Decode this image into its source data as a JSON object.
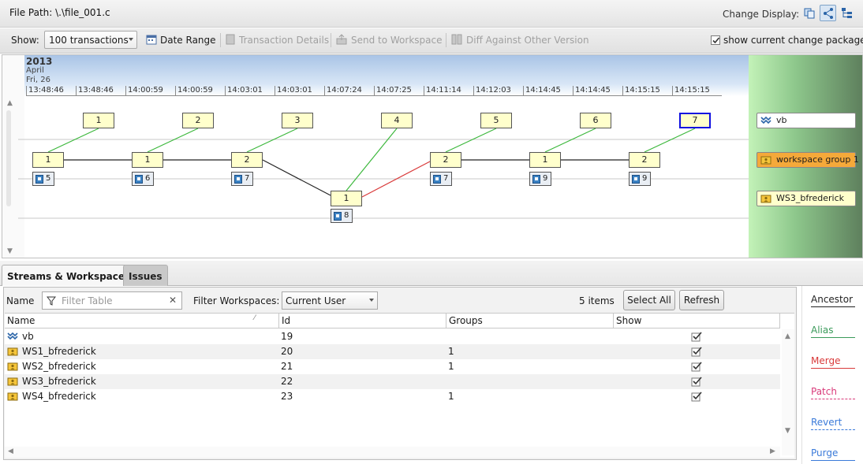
{
  "header": {
    "file_path": "File Path: \\.\\file_001.c",
    "change_display_label": "Change Display:",
    "display_modes": [
      "copy-icon",
      "graph-icon",
      "tree-icon"
    ]
  },
  "toolbar": {
    "show_label": "Show:",
    "show_value": "100 transactions",
    "date_range": "Date Range",
    "transaction_details": "Transaction Details",
    "send_to_workspace": "Send to Workspace",
    "diff_against": "Diff Against Other Version",
    "show_change_package": "show current change package",
    "show_change_package_checked": true
  },
  "timeline": {
    "year": "2013",
    "month": "April",
    "day": "Fri, 26",
    "ticks": [
      "13:48:46",
      "13:48:46",
      "14:00:59",
      "14:00:59",
      "14:03:01",
      "14:03:01",
      "14:07:24",
      "14:07:25",
      "14:11:14",
      "14:12:03",
      "14:14:45",
      "14:14:45",
      "14:15:15",
      "14:15:15"
    ]
  },
  "graph": {
    "top_boxes": [
      "1",
      "2",
      "3",
      "4",
      "5",
      "6",
      "7"
    ],
    "mid_boxes": [
      "1",
      "1",
      "2",
      "2",
      "1",
      "2"
    ],
    "low_box": "1",
    "tx_numbers": [
      "5",
      "6",
      "7",
      "7",
      "9",
      "9"
    ],
    "low_tx": "8",
    "streams": [
      {
        "label": "vb",
        "icon": "stream-icon",
        "color": "#ffffff"
      },
      {
        "label": "workspace group 1",
        "icon": "workspace-icon",
        "color": "#f5a93a"
      },
      {
        "label": "WS3_bfrederick",
        "icon": "workspace-icon",
        "color": "#ffffcc"
      }
    ],
    "line_colors": {
      "alias": "#3cb83c",
      "merge": "#d93a3a",
      "ancestor": "#222222"
    }
  },
  "tabs": [
    {
      "label": "Streams & Workspaces",
      "active": true
    },
    {
      "label": "Issues",
      "active": false
    }
  ],
  "filters": {
    "name_label": "Name",
    "filter_placeholder": "Filter Table",
    "ws_label": "Filter Workspaces:",
    "ws_value": "Current User",
    "count": "5 items",
    "select_all": "Select All",
    "refresh": "Refresh"
  },
  "table": {
    "columns": [
      "Name",
      "Id",
      "Groups",
      "Show"
    ],
    "rows": [
      {
        "name": "vb",
        "icon": "stream-icon",
        "id": "19",
        "groups": "",
        "show": true
      },
      {
        "name": "WS1_bfrederick",
        "icon": "workspace-icon",
        "id": "20",
        "groups": "1",
        "show": true
      },
      {
        "name": "WS2_bfrederick",
        "icon": "workspace-icon",
        "id": "21",
        "groups": "1",
        "show": true
      },
      {
        "name": "WS3_bfrederick",
        "icon": "workspace-icon",
        "id": "22",
        "groups": "",
        "show": true
      },
      {
        "name": "WS4_bfrederick",
        "icon": "workspace-icon",
        "id": "23",
        "groups": "1",
        "show": true
      }
    ]
  },
  "legend": [
    {
      "label": "Ancestor",
      "color": "#222222",
      "style": "solid"
    },
    {
      "label": "Alias",
      "color": "#3a9a5a",
      "style": "solid"
    },
    {
      "label": "Merge",
      "color": "#d93a3a",
      "style": "solid"
    },
    {
      "label": "Patch",
      "color": "#d93a7a",
      "style": "dashed"
    },
    {
      "label": "Revert",
      "color": "#3a7ad9",
      "style": "dashed"
    },
    {
      "label": "Purge",
      "color": "#3a7ad9",
      "style": "solid"
    }
  ]
}
